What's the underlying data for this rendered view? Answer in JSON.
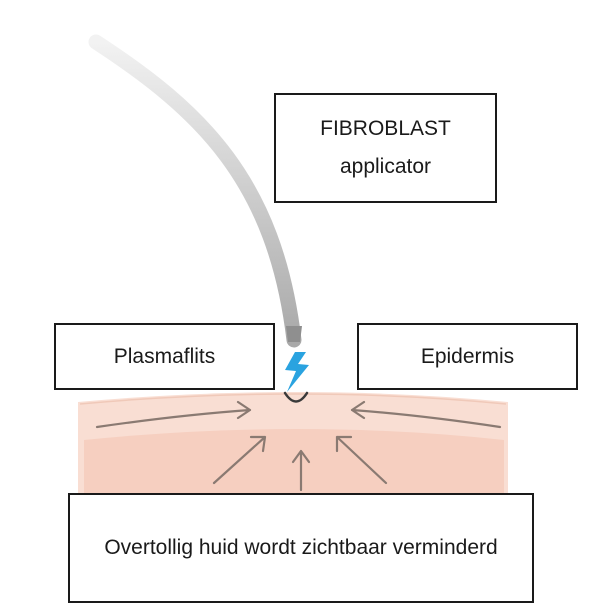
{
  "labels": {
    "applicator": "FIBROBLAST applicator",
    "plasma_flash": "Plasmaflits",
    "epidermis": "Epidermis",
    "result": "Overtollig huid wordt zichtbaar verminderd"
  },
  "colors": {
    "skin_outer": "#f9ded3",
    "skin_inner": "#f6cfc0",
    "arrow": "#8a7a72",
    "applicator_light": "#f2f2f2",
    "applicator_dark": "#a9a9a9",
    "spark": "#2aa3e0",
    "box_border": "#1a1a1a"
  },
  "icons": {
    "spark": "lightning-bolt-icon"
  }
}
